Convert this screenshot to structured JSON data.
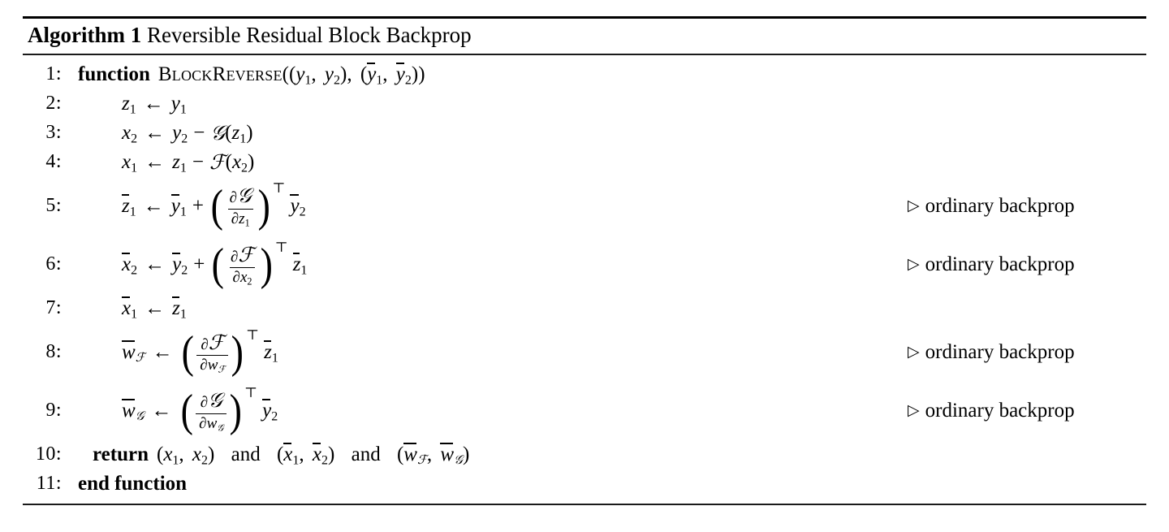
{
  "title": {
    "label": "Algorithm 1",
    "text": "Reversible Residual Block Backprop"
  },
  "comment_marker": "▷",
  "comment_text": "ordinary backprop",
  "lines": [
    {
      "no": "1:",
      "keyword": "function",
      "name": "BlockReverse",
      "args": "((y₁, y₂), (ȳ₁, ȳ₂))",
      "plain": "function BlockReverse((y1, y2), (y̆1, y̆2))",
      "comment": ""
    },
    {
      "no": "2:",
      "plain": "z1 ← y1",
      "comment": ""
    },
    {
      "no": "3:",
      "plain": "x2 ← y2 − 𝒢(z1)",
      "comment": ""
    },
    {
      "no": "4:",
      "plain": "x1 ← z1 − ℱ(x2)",
      "comment": ""
    },
    {
      "no": "5:",
      "plain": "z̅1 ← y̅1 + (∂𝒢/∂z1)ᵀ y̅2",
      "comment": "ordinary backprop"
    },
    {
      "no": "6:",
      "plain": "x̅2 ← y̅2 + (∂ℱ/∂x2)ᵀ z̅1",
      "comment": "ordinary backprop"
    },
    {
      "no": "7:",
      "plain": "x̅1 ← z̅1",
      "comment": ""
    },
    {
      "no": "8:",
      "plain": "w̅_ℱ ← (∂ℱ/∂w_ℱ)ᵀ z̅1",
      "comment": "ordinary backprop"
    },
    {
      "no": "9:",
      "plain": "w̅_𝒢 ← (∂𝒢/∂w_𝒢)ᵀ y̅2",
      "comment": "ordinary backprop"
    },
    {
      "no": "10:",
      "keyword": "return",
      "plain": "return (x1, x2) and (x̅1, x̅2) and (w̅_ℱ, w̅_𝒢)",
      "comment": ""
    },
    {
      "no": "11:",
      "keyword": "end function",
      "plain": "end function",
      "comment": ""
    }
  ],
  "symbols": {
    "arrow": "←",
    "minus": "−",
    "plus": "+",
    "transpose": "⊤",
    "partial": "∂",
    "script_f": "ℱ",
    "script_g": "𝒢",
    "and": "and",
    "return_label": "return",
    "function_label": "function",
    "end_function_label": "end function",
    "lparen": "(",
    "rparen": ")",
    "comma": ","
  },
  "variables": {
    "x": "x",
    "y": "y",
    "z": "z",
    "w": "w",
    "sub1": "1",
    "sub2": "2"
  },
  "colors": {
    "ink": "#000000",
    "background": "#ffffff",
    "rule": "#1a1a1a"
  }
}
